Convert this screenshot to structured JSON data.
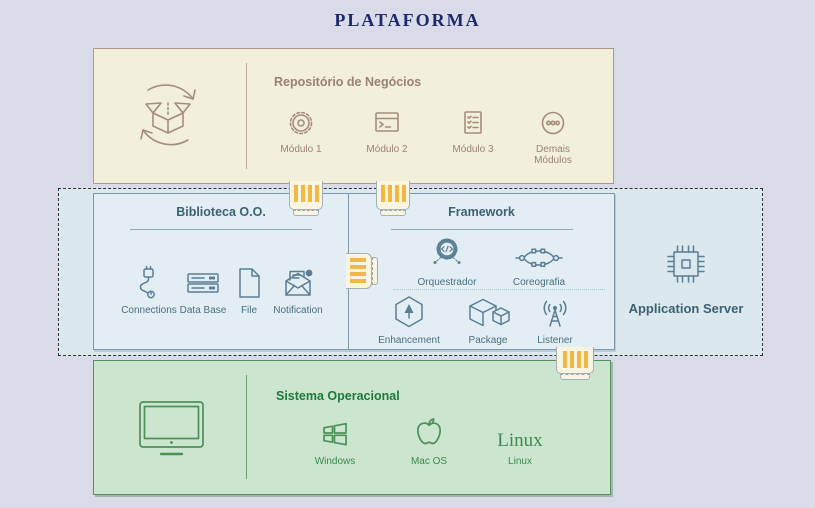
{
  "title": "PLATAFORMA",
  "repository": {
    "title": "Repositório de Negócios",
    "main_icon": "box-sync-icon",
    "modules": [
      {
        "label": "Módulo 1",
        "icon": "gear-icon"
      },
      {
        "label": "Módulo 2",
        "icon": "terminal-icon"
      },
      {
        "label": "Módulo 3",
        "icon": "checklist-icon"
      },
      {
        "label": "Demais Módulos",
        "icon": "ellipsis-circle-icon"
      }
    ]
  },
  "middleware": {
    "library": {
      "title": "Biblioteca O.O.",
      "items": [
        {
          "label": "Connections",
          "icon": "usb-cable-icon"
        },
        {
          "label": "Data Base",
          "icon": "server-stack-icon"
        },
        {
          "label": "File",
          "icon": "document-icon"
        },
        {
          "label": "Notification",
          "icon": "mail-notification-icon"
        }
      ]
    },
    "framework": {
      "title": "Framework",
      "row1": [
        {
          "label": "Orquestrador",
          "icon": "gear-code-icon"
        },
        {
          "label": "Coreografia",
          "icon": "choreography-nodes-icon"
        }
      ],
      "row2": [
        {
          "label": "Enhancement",
          "icon": "hexagon-arrow-icon"
        },
        {
          "label": "Package",
          "icon": "cubes-icon"
        },
        {
          "label": "Listener",
          "icon": "antenna-icon"
        }
      ]
    },
    "app_server": {
      "label": "Application Server",
      "icon": "chip-icon"
    }
  },
  "os": {
    "title": "Sistema Operacional",
    "main_icon": "monitor-icon",
    "items": [
      {
        "label": "Windows",
        "icon": "windows-icon"
      },
      {
        "label": "Mac OS",
        "icon": "apple-icon"
      },
      {
        "label": "Linux",
        "icon": "linux-wordmark",
        "wordmark": "Linux"
      }
    ]
  },
  "colors": {
    "background": "#d9dce8",
    "title_text": "#1b2a6b",
    "repo_fill": "#f2f0da",
    "repo_border": "#ae9a87",
    "repo_text": "#9c8173",
    "middleware_fill": "#dbe9ef",
    "panel_fill": "#e2eef3",
    "panel_border": "#7e98a8",
    "middleware_text": "#3c6173",
    "os_fill": "#cbe5cf",
    "os_border": "#569260",
    "os_text": "#1d7a3a",
    "connector_fill": "#faf5e2",
    "connector_stripe": "#f1b845"
  }
}
